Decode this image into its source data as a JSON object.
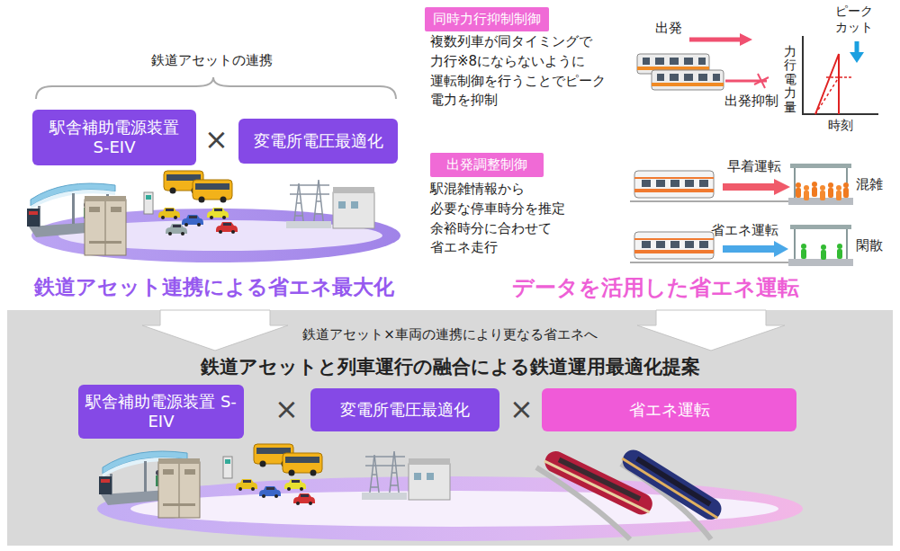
{
  "diagram": {
    "nodes": [
      {
        "text": [
          "駅舎補助電源装置 S-EIV"
        ]
      },
      {
        "text": [
          "変電所電圧最適化"
        ]
      },
      {
        "text": [
          "同時力行抑制制御"
        ]
      },
      {
        "text": [
          "出発調整制御"
        ]
      },
      {
        "text": [
          "鉄道アセット×車両の連携により更なる省エネへ",
          "鉄道アセットと列車運行の融合による鉄道運用最適化提案"
        ]
      },
      {
        "text": [
          "駅舎補助電源装置 S-EIV"
        ],
        "in": 4
      },
      {
        "text": [
          "変電所電圧最適化"
        ],
        "in": 4
      },
      {
        "text": [
          "省エネ運転"
        ],
        "in": 4
      }
    ],
    "labels": [
      "鉄道アセットの連携",
      "×",
      "鉄道アセット連携による省エネ最大化",
      "複数列車が同タイミングで 力行※8にならないように 運転制御を行うことでピーク 電力を抑制",
      "出発",
      "出発抑制",
      "ピーク カット",
      "力行電力量",
      "時刻",
      "駅混雑情報から 必要な停車時分を推定 余裕時分に合わせて 省エネ走行",
      "早着運転",
      "混雑",
      "省エネ運転",
      "閑散",
      "データを活用した省エネ運転",
      "×",
      "×"
    ]
  }
}
